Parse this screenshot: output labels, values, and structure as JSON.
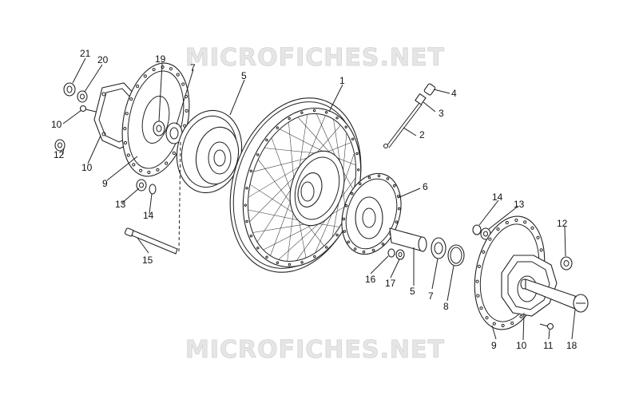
{
  "watermark": {
    "top": "MICROFICHES.NET",
    "bottom": "MICROFICHES.NET"
  },
  "labels": {
    "l21": "21",
    "l20": "20",
    "l19": "19",
    "l7a": "7",
    "l5a": "5",
    "l1": "1",
    "l4": "4",
    "l3": "3",
    "l2": "2",
    "l6": "6",
    "l10a": "10",
    "l12a": "12",
    "l10b": "10",
    "l9a": "9",
    "l13a": "13",
    "l14a": "14",
    "l15": "15",
    "l14b": "14",
    "l13b": "13",
    "l12b": "12",
    "l16": "16",
    "l17": "17",
    "l5b": "5",
    "l7b": "7",
    "l8": "8",
    "l9b": "9",
    "l10c": "10",
    "l11": "11",
    "l18": "18"
  }
}
